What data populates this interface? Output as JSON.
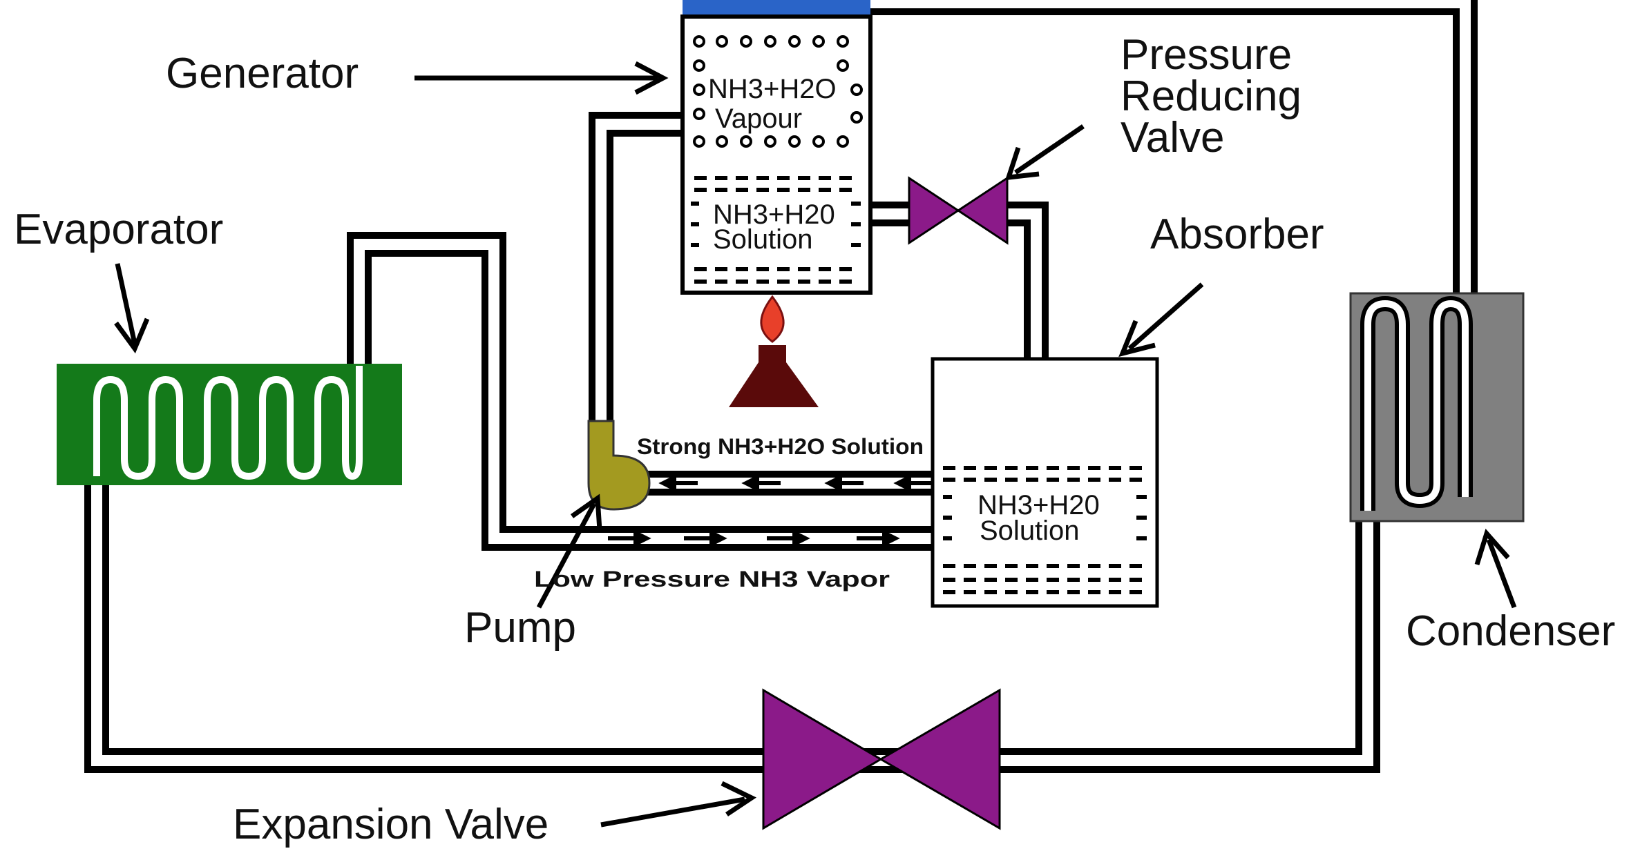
{
  "labels": {
    "generator": "Generator",
    "pressure_reducing_valve": [
      "Pressure",
      "Reducing",
      "Valve"
    ],
    "evaporator": "Evaporator",
    "absorber": "Absorber",
    "condenser": "Condenser",
    "pump": "Pump",
    "expansion_valve": "Expansion Valve",
    "strong_solution": "Strong NH3+H2O Solution",
    "low_pressure_vapor": "Low Pressure NH3 Vapor"
  },
  "generator": {
    "vapour_line1": "NH3+H2O",
    "vapour_line2": "Vapour",
    "solution_line1": "NH3+H20",
    "solution_line2": "Solution"
  },
  "absorber": {
    "solution_line1": "NH3+H20",
    "solution_line2": "Solution"
  },
  "colors": {
    "evaporator": "#147a1a",
    "condenser": "#808080",
    "valve": "#8b1a89",
    "pump": "#a39a20",
    "burner_base": "#5a0a0a",
    "flame": "#e8402a",
    "generator_top": "#2a64c8",
    "pipe_fill": "#ffffff",
    "pipe_stroke": "#000000"
  }
}
